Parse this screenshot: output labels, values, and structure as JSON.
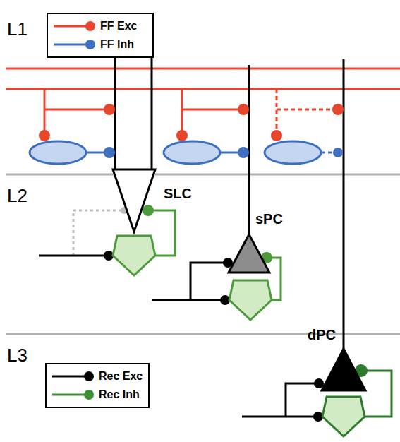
{
  "diagram": {
    "nodes": [
      {
        "text": [
          "SLC"
        ]
      },
      {
        "text": [
          "sPC"
        ]
      },
      {
        "text": [
          "dPC"
        ]
      }
    ],
    "labels": [
      "L1",
      "L2",
      "L3"
    ],
    "legend": [
      {
        "text": "FF Exc"
      },
      {
        "text": "FF Inh"
      },
      {
        "text": "Rec Exc"
      },
      {
        "text": "Rec Inh"
      }
    ]
  }
}
